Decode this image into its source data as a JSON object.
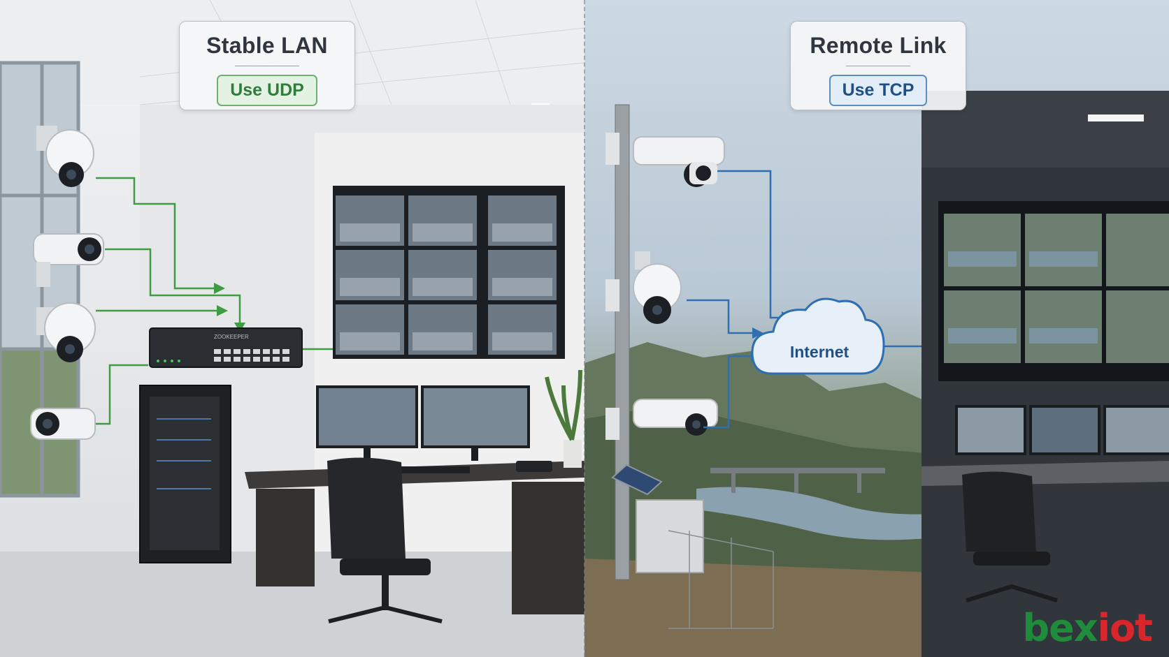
{
  "left_panel": {
    "title": "Stable LAN",
    "pill": "Use UDP",
    "switch_brand": "ZOOKEEPER",
    "accent": "#3f9b44"
  },
  "right_panel": {
    "title": "Remote Link",
    "pill": "Use TCP",
    "cloud_label": "Internet",
    "accent": "#2e6eb1"
  },
  "logo": {
    "text_part1": "bex",
    "text_part2": "iot"
  },
  "icons": [
    "camera-icon",
    "network-switch-icon",
    "video-wall-icon",
    "cloud-icon",
    "server-rack-icon",
    "monitor-icon",
    "office-chair-icon",
    "solar-panel-icon"
  ]
}
